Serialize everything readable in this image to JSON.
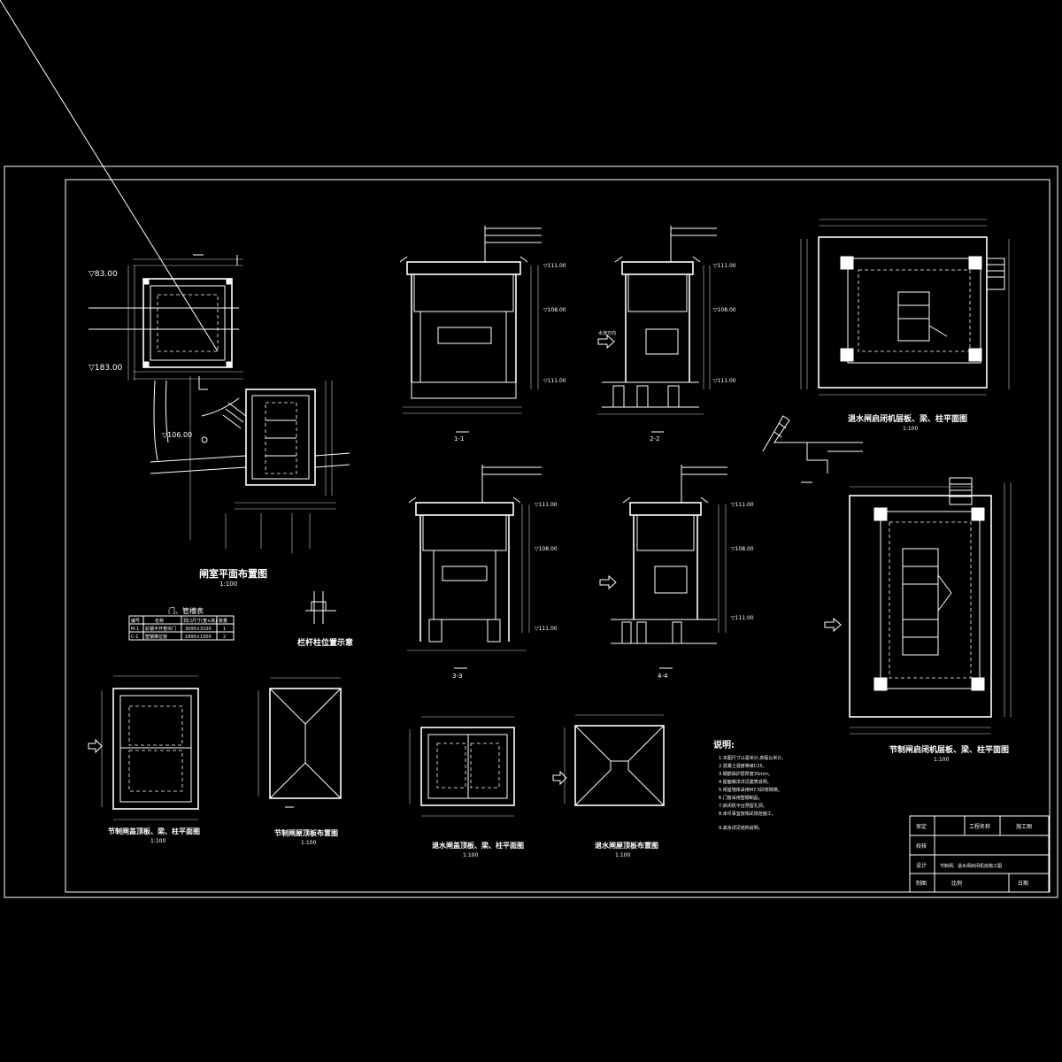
{
  "elevations": {
    "site_top": "▽83.00",
    "site_left": "▽183.00",
    "site_road": "▽106.00",
    "e1": "▽111.00",
    "e2": "▽108.00",
    "e3": "▽111.00"
  },
  "titles": {
    "layout_plan": "闸室平面布置图",
    "layout_plan_scale": "1:100",
    "table_title": "门、管槽表",
    "bottom_1": "节制闸盖顶板、梁、柱平面图",
    "bottom_1_scale": "1:100",
    "bottom_2": "节制闸屋顶板布置图",
    "bottom_2_scale": "1:100",
    "bottom_3": "退水闸盖顶板、梁、柱平面图",
    "bottom_3_scale": "1:100",
    "bottom_4": "退水闸屋顶板布置图",
    "bottom_4_scale": "1:100",
    "right_top": "退水闸启闭机层板、梁、柱平面图",
    "right_top_scale": "1:100",
    "right_bottom": "节制闸启闭机层板、梁、柱平面图",
    "right_bottom_scale": "1:100",
    "detail": "栏杆柱位置示意",
    "section_1": "1-1",
    "section_2": "2-2",
    "section_3": "3-3",
    "section_4": "4-4",
    "notes_title": "说明:",
    "flow": "水流方向"
  },
  "table": {
    "headers": [
      "编号",
      "名称",
      "洞口尺寸(宽×高)",
      "数量"
    ],
    "rows": [
      [
        "M-1",
        "彩钢平开卷帘门",
        "3000×3100",
        "1"
      ],
      [
        "C-1",
        "塑钢推拉窗",
        "1800×1500",
        "2"
      ]
    ]
  },
  "notes": [
    "1.本图尺寸以毫米计,高程以米计。",
    "2.混凝土强度等级C25。",
    "3.钢筋保护层厚度35mm。",
    "4.屋面做法详见建筑说明。",
    "5.闸室墙体采用M7.5砂浆砌筑。",
    "6.门窗采用塑钢制品。",
    "7.启闭机平台预留孔洞。",
    "8.未尽事宜按相关规范施工。",
    "9.其余详见结构说明。"
  ],
  "title_block": {
    "r1": [
      "审定",
      "工程名称",
      "施工图"
    ],
    "r2": [
      "校核",
      ""
    ],
    "r3": [
      "设计",
      "节制闸、退水闸启闭机房施工图"
    ],
    "r4": [
      "制图",
      "比例",
      "日期"
    ]
  }
}
